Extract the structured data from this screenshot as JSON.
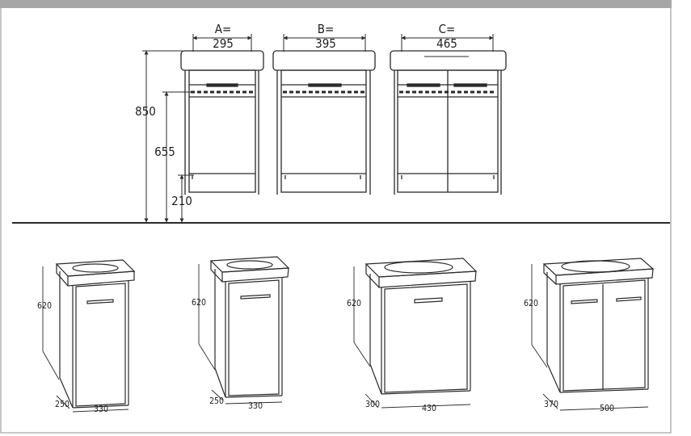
{
  "front_view": {
    "widths": [
      {
        "letter": "A=",
        "value": "295"
      },
      {
        "letter": "B=",
        "value": "395"
      },
      {
        "letter": "C=",
        "value": "465"
      }
    ],
    "heights": {
      "total": "850",
      "mid": "655",
      "base": "210"
    }
  },
  "perspective": [
    {
      "height": "620",
      "depth": "250",
      "width": "330"
    },
    {
      "height": "620",
      "depth": "250",
      "width": "330"
    },
    {
      "height": "620",
      "depth": "300",
      "width": "430"
    },
    {
      "height": "620",
      "depth": "370",
      "width": "500"
    }
  ],
  "colors": {
    "line": "#2a2a2a",
    "top_bar": "#a6a6a6",
    "frame": "#8c8c8c"
  }
}
